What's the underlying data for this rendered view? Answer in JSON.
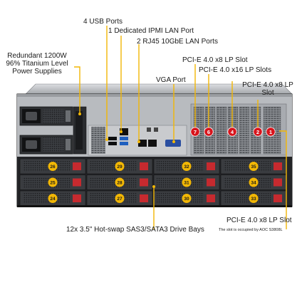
{
  "labels": {
    "usb": "4 USB Ports",
    "ipmi": "1 Dedicated IPMI  LAN Port",
    "rj45": "2 RJ45 10GbE LAN Ports",
    "psu_line1": "Redundant  1200W",
    "psu_line2": "96% Titanium  Level",
    "psu_line3": "Power Supplies",
    "vga": "VGA Port",
    "pcie_x8_top": "PCI-E 4.0 x8 LP Slot",
    "pcie_x16": "PCI-E 4.0 x16 LP Slots",
    "pcie_x8_right_line1": "PCI-E 4.0 x8 LP",
    "pcie_x8_right_line2": "Slot",
    "drive_bays": "12x 3.5\" Hot-swap  SAS3/SATA3 Drive Bays",
    "pcie_bottom": "PCI-E 4.0 x8 LP Slot",
    "pcie_bottom_note": "The slot is occupied by AOC S3808L"
  },
  "slot_markers": [
    "7",
    "6",
    "4",
    "2",
    "1"
  ],
  "drive_bay_numbers": {
    "row1": [
      "26",
      "29",
      "32",
      "35"
    ],
    "row2": [
      "25",
      "28",
      "31",
      "34"
    ],
    "row3": [
      "24",
      "27",
      "30",
      "33"
    ]
  },
  "colors": {
    "accent_yellow": "#f2b705",
    "marker_red": "#d8141c",
    "chassis_dark": "#2b2d30",
    "chassis_mid": "#54575c",
    "chassis_light": "#b8bbbf"
  }
}
